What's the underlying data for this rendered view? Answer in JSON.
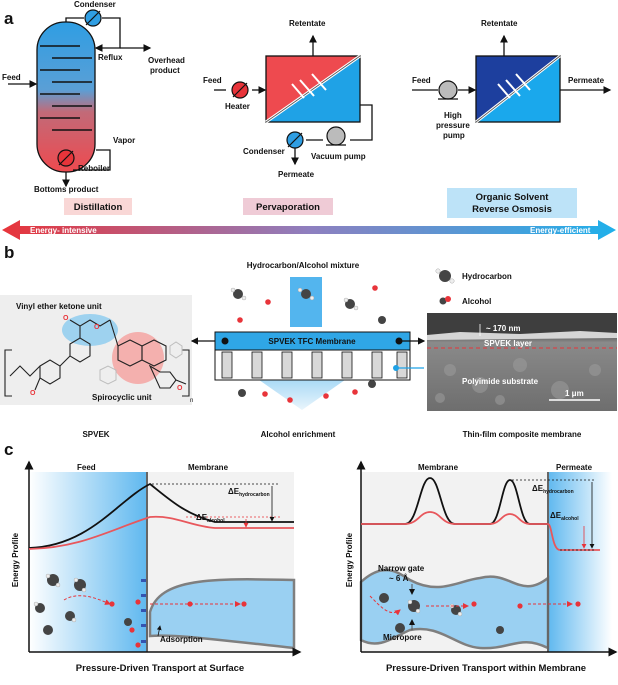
{
  "panel_a": {
    "letter": "a",
    "distillation": {
      "condenser": "Condenser",
      "feed": "Feed",
      "reflux": "Reflux",
      "overhead_1": "Overhead",
      "overhead_2": "product",
      "vapor": "Vapor",
      "reboiler": "Reboiler",
      "bottoms": "Bottoms  product"
    },
    "pervaporation": {
      "retentate": "Retentate",
      "feed": "Feed",
      "heater": "Heater",
      "condenser": "Condenser",
      "vacuum_pump": "Vacuum pump",
      "permeate": "Permeate"
    },
    "osrn": {
      "retentate": "Retentate",
      "feed": "Feed",
      "permeate": "Permeate",
      "pump_1": "High",
      "pump_2": "pressure",
      "pump_3": "pump"
    },
    "methods": {
      "distillation": "Distillation",
      "pervaporation": "Pervaporation",
      "osrn_1": "Organic Solvent",
      "osrn_2": "Reverse Osmosis"
    },
    "arrow": {
      "left": "Energy- intensive",
      "right": "Energy-efficient"
    },
    "colors": {
      "energy_intensive": "#e8343a",
      "energy_efficient": "#1fb0ea"
    }
  },
  "panel_b": {
    "letter": "b",
    "vinyl_label": "Vinyl ether ketone unit",
    "spiro_label": "Spirocyclic unit",
    "n": "n",
    "mixture_title": "Hydrocarbon/Alcohol mixture",
    "membrane_label": "SPVEK TFC Membrane",
    "legend_hydrocarbon": "Hydrocarbon",
    "legend_alcohol": "Alcohol",
    "sem_thickness": "~ 170 nm",
    "sem_layer": "SPVEK layer",
    "sem_substrate": "Polyimide substrate",
    "sem_scale": "1 μm",
    "cap_left": "SPVEK",
    "cap_mid": "Alcohol enrichment",
    "cap_right": "Thin-film composite membrane"
  },
  "panel_c": {
    "letter": "c",
    "left": {
      "feed": "Feed",
      "membrane": "Membrane",
      "de_hc": "ΔE",
      "de_hc_sub": "hydrocarbon",
      "de_al": "ΔE",
      "de_al_sub": "alcohol",
      "ylabel": "Energy Profile",
      "adsorption": "Adsorption",
      "xlabel": "Pressure-Driven Transport at Surface"
    },
    "right": {
      "membrane": "Membrane",
      "permeate": "Permeate",
      "de_hc": "ΔE",
      "de_hc_sub": "hydrocarbon",
      "de_al": "ΔE",
      "de_al_sub": "alcohol",
      "ylabel": "Energy Profile",
      "gate_1": "Narrow gate",
      "gate_2": "~ 6 Å",
      "micropore": "Micropore",
      "xlabel": "Pressure-Driven Transport within Membrane"
    }
  }
}
